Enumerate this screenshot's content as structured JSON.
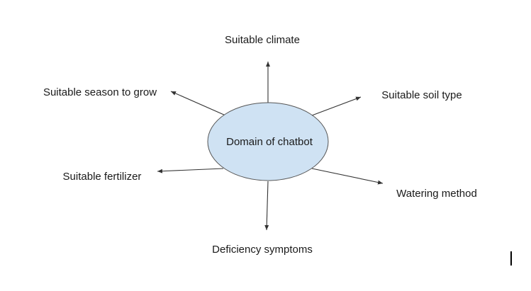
{
  "diagram": {
    "center": {
      "label": "Domain of chatbot",
      "fill": "#cfe2f3",
      "stroke": "#555555"
    },
    "nodes": [
      {
        "id": "climate",
        "label": "Suitable climate"
      },
      {
        "id": "soil",
        "label": "Suitable soil type"
      },
      {
        "id": "watering",
        "label": "Watering method"
      },
      {
        "id": "deficiency",
        "label": "Deficiency symptoms"
      },
      {
        "id": "fertilizer",
        "label": "Suitable fertilizer"
      },
      {
        "id": "season",
        "label": "Suitable season to grow"
      }
    ],
    "edge_color": "#333333"
  }
}
